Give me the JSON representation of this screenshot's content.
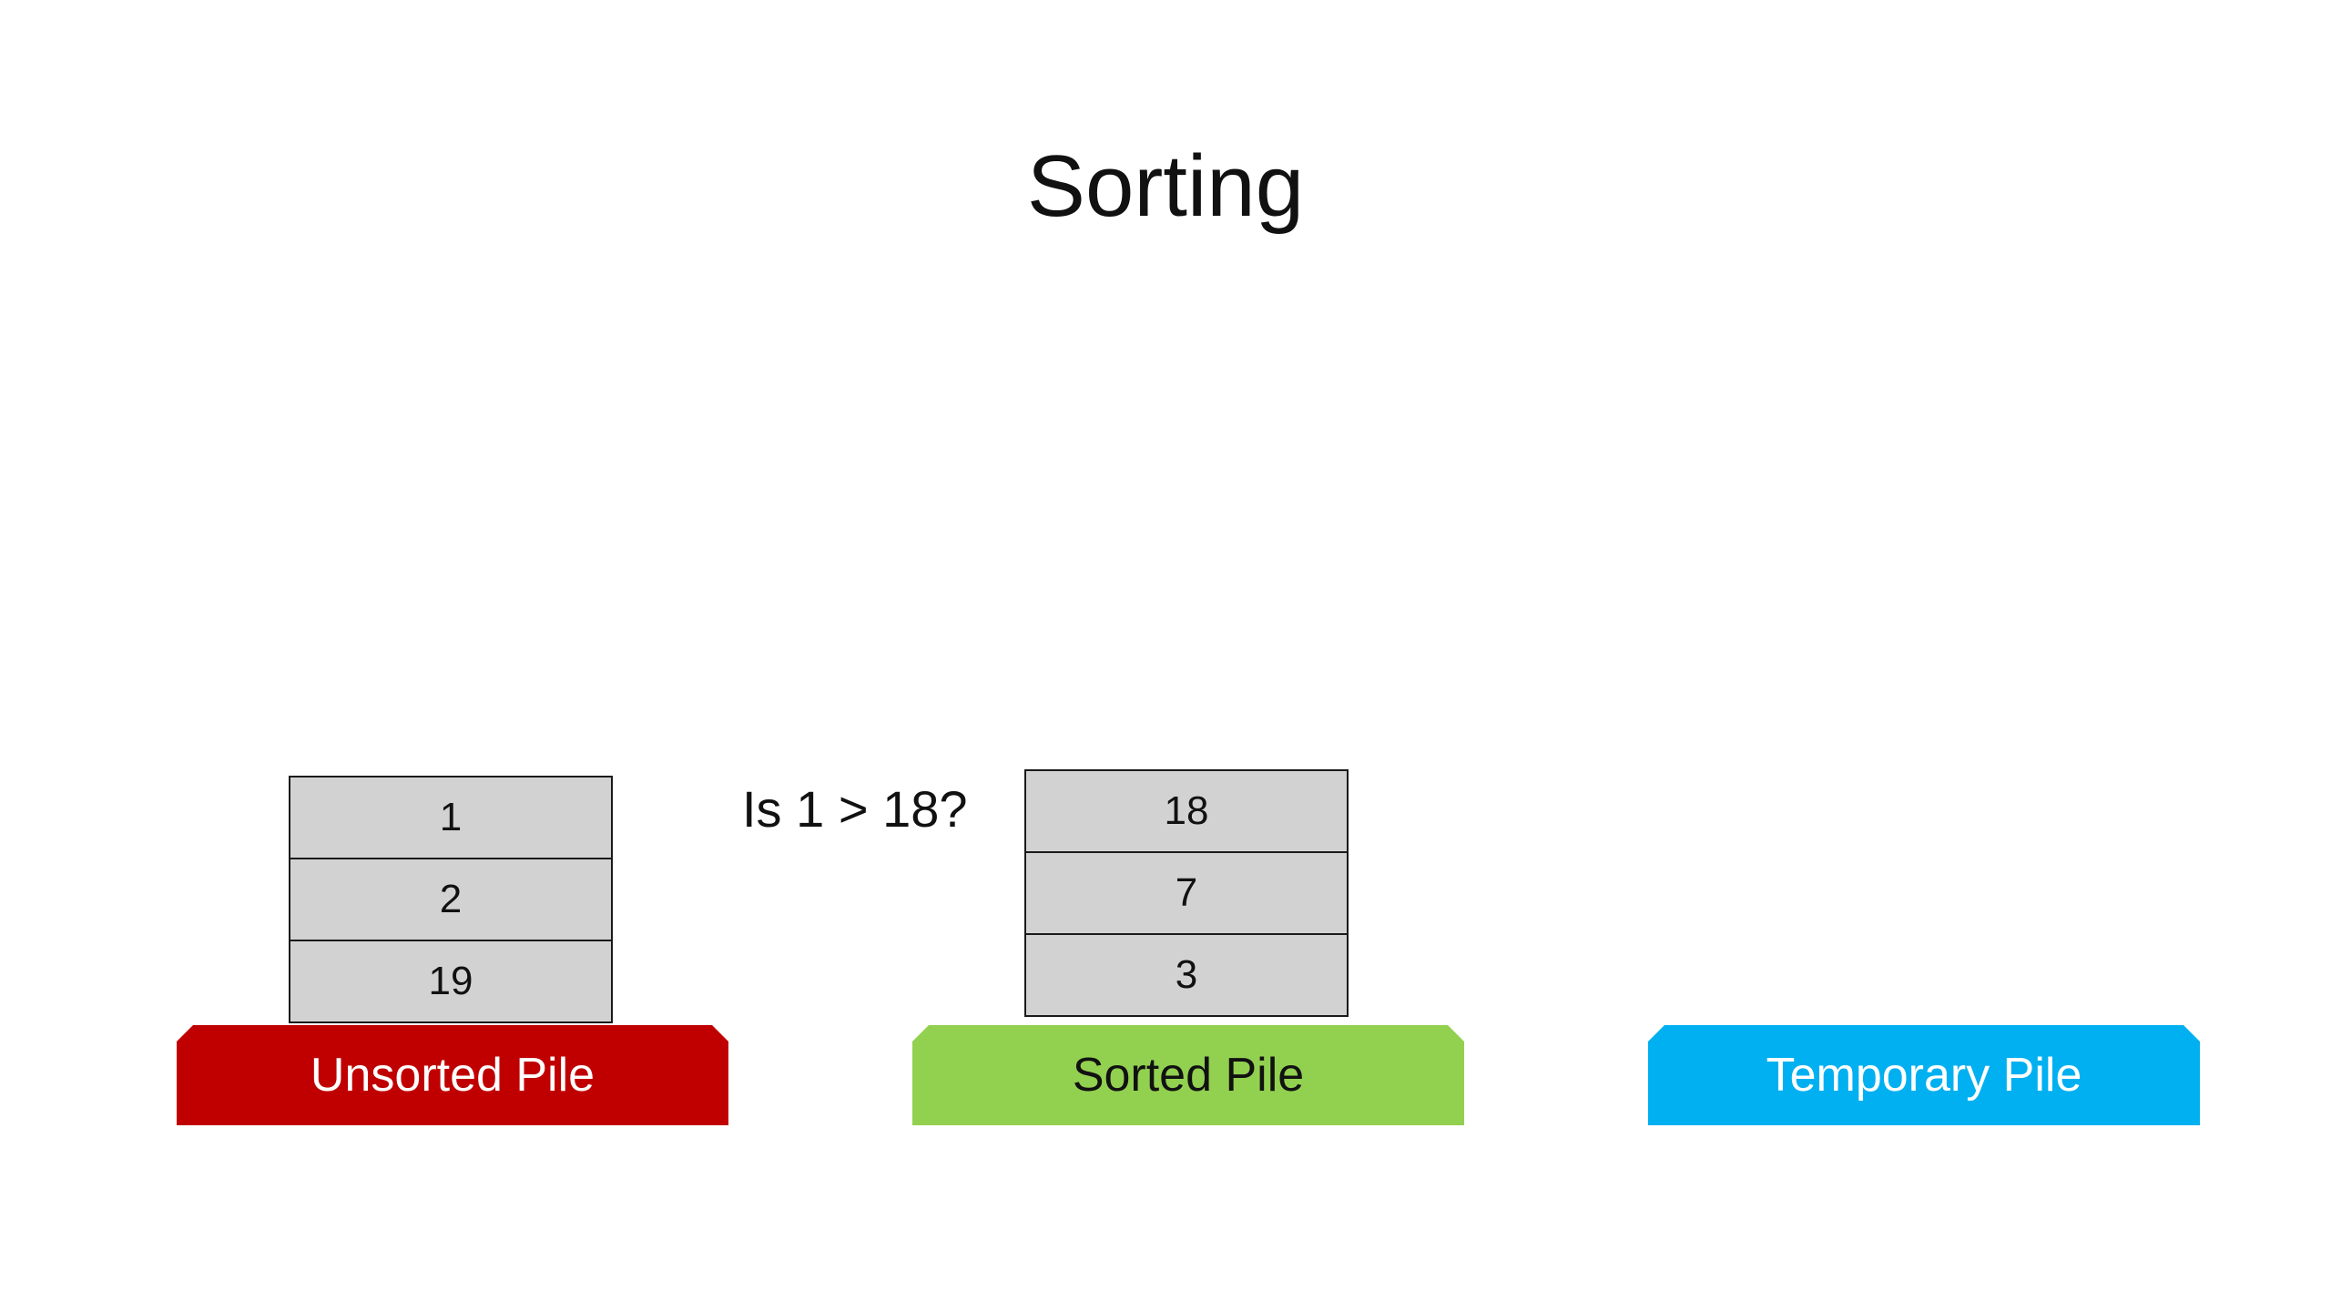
{
  "slide": {
    "title": "Sorting",
    "question": "Is 1 > 18?"
  },
  "piles": {
    "unsorted": {
      "label": "Unsorted Pile",
      "color": "#c00000",
      "text_color": "#ffffff",
      "cards": [
        "1",
        "2",
        "19"
      ]
    },
    "sorted": {
      "label": "Sorted Pile",
      "color": "#92d050",
      "text_color": "#111111",
      "cards": [
        "18",
        "7",
        "3"
      ]
    },
    "temporary": {
      "label": "Temporary Pile",
      "color": "#00b0f0",
      "text_color": "#ffffff",
      "cards": []
    }
  },
  "card_color": "#d3d2d3"
}
